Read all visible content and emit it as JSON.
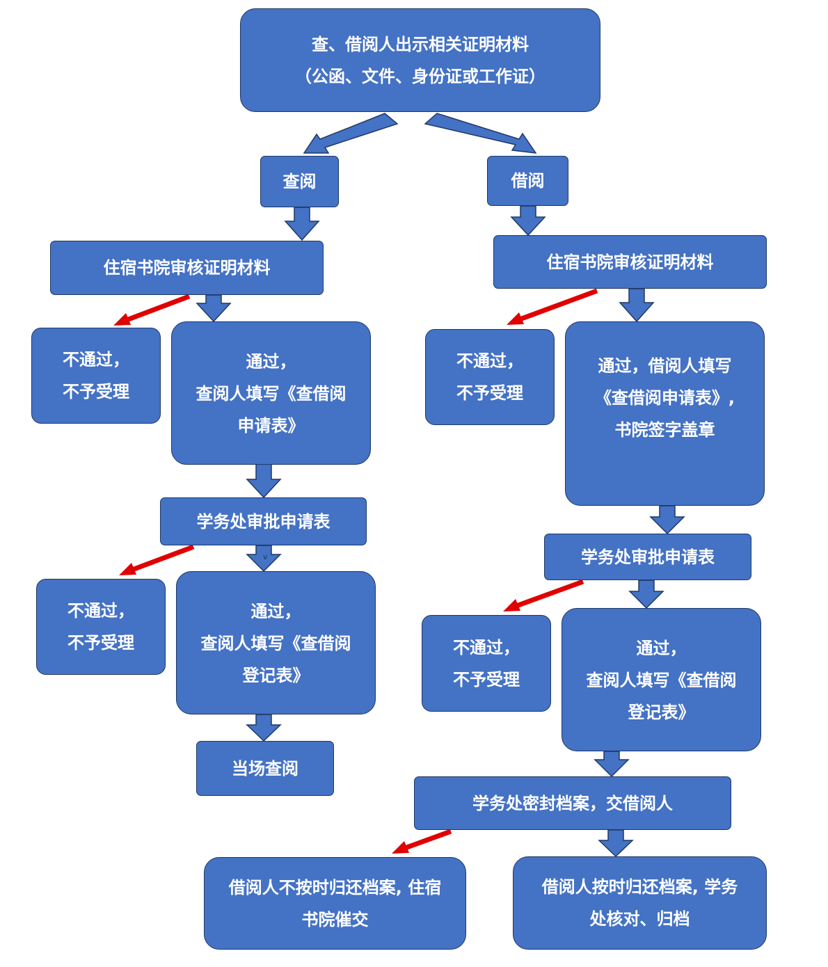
{
  "header": {
    "line1": "查、借阅人出示相关证明材料",
    "line2": "（公函、文件、身份证或工作证）"
  },
  "branch_view": {
    "title": "查阅",
    "review": "住宿书院审核证明材料",
    "reject1": {
      "line1": "不通过，",
      "line2": "不予受理"
    },
    "pass1": {
      "line1": "通过，",
      "line2": "查阅人填写《查借阅",
      "line3": "申请表》"
    },
    "approve": "学务处审批申请表",
    "reject2": {
      "line1": "不通过，",
      "line2": "不予受理"
    },
    "pass2": {
      "line1": "通过，",
      "line2": "查阅人填写《查借阅",
      "line3": "登记表》"
    },
    "final": "当场查阅"
  },
  "branch_borrow": {
    "title": "借阅",
    "review": "住宿书院审核证明材料",
    "reject1": {
      "line1": "不通过，",
      "line2": "不予受理"
    },
    "pass1": {
      "line1": "通过，借阅人填写",
      "line2": "《查借阅申请表》,",
      "line3": "书院签字盖章"
    },
    "approve": "学务处审批申请表",
    "reject2": {
      "line1": "不通过，",
      "line2": "不予受理"
    },
    "pass2": {
      "line1": "通过，",
      "line2": "查阅人填写《查借阅",
      "line3": "登记表》"
    },
    "seal": "学务处密封档案，交借阅人",
    "late": {
      "line1": "借阅人不按时归还档案, 住宿",
      "line2": "书院催交"
    },
    "ontime": {
      "line1": "借阅人按时归还档案, 学务",
      "line2": "处核对、归档"
    }
  },
  "stray_mark": "v",
  "colors": {
    "box_fill": "#4472C4",
    "box_border": "#1f3864",
    "reject_arrow": "#E00000",
    "text": "#ffffff"
  }
}
